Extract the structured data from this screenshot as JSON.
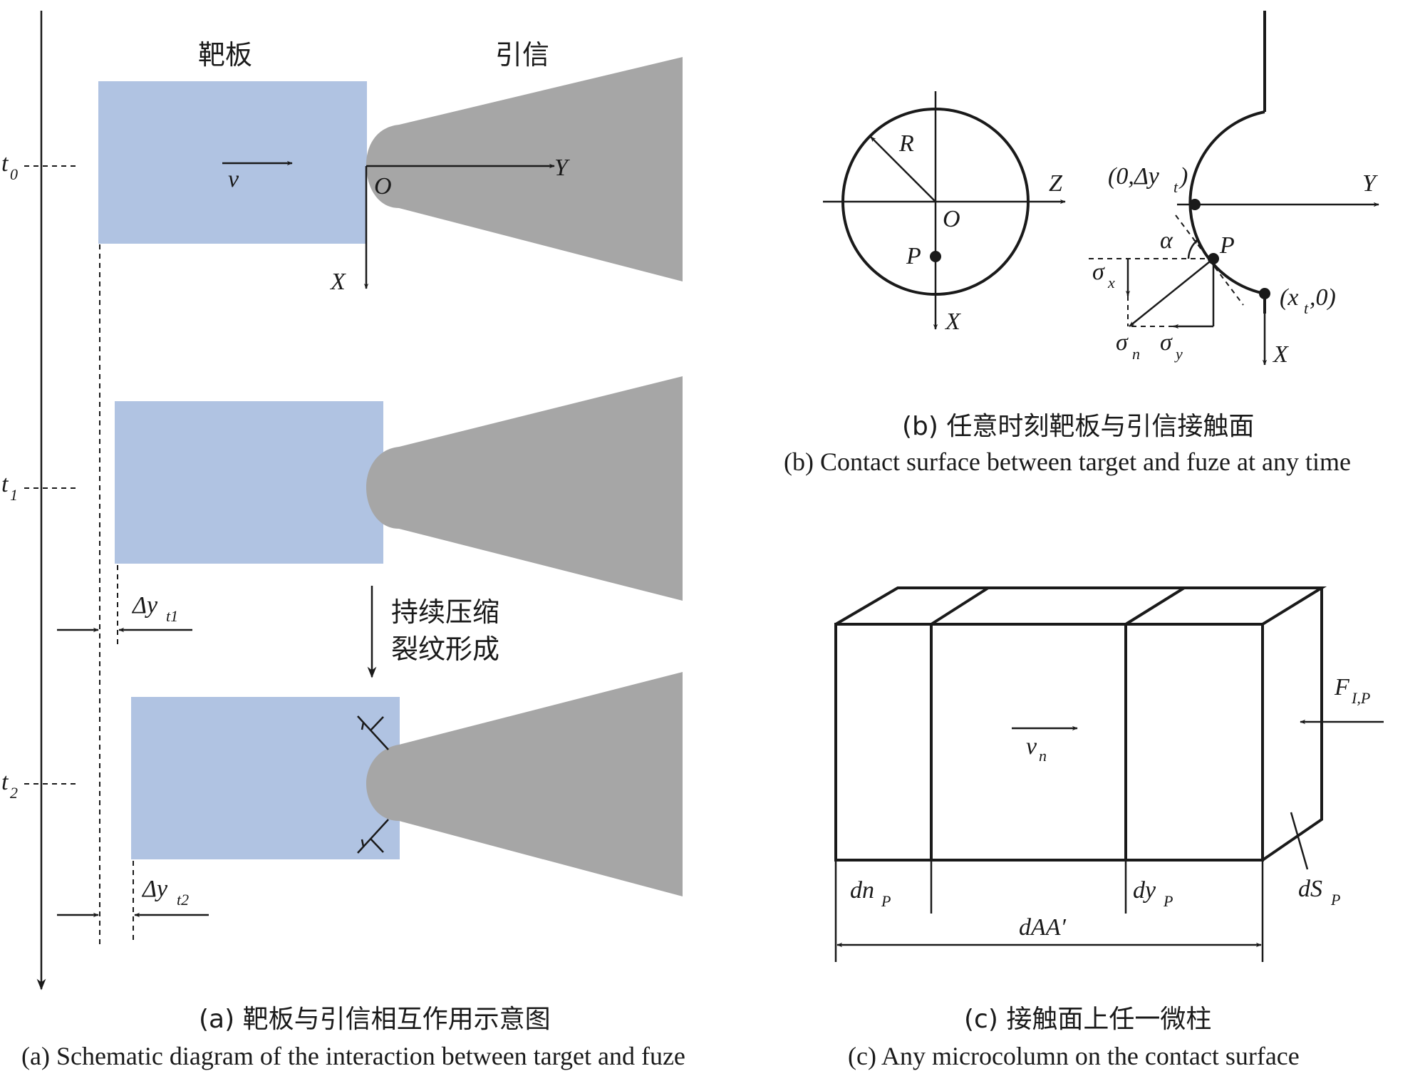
{
  "panel_a": {
    "label_target": "靶板",
    "label_fuze": "引信",
    "time_t0": "t",
    "time_t0_sub": "0",
    "time_t1": "t",
    "time_t1_sub": "1",
    "time_t2": "t",
    "time_t2_sub": "2",
    "velocity": "v",
    "origin": "O",
    "axis_y": "Y",
    "axis_x": "X",
    "process_line1": "持续压缩",
    "process_line2": "裂纹形成",
    "delta_y1": "Δy",
    "delta_y1_sub": "t1",
    "delta_y2": "Δy",
    "delta_y2_sub": "t2",
    "caption_cn": "(a) 靶板与引信相互作用示意图",
    "caption_en": "(a) Schematic diagram of the interaction between target and fuze"
  },
  "panel_b": {
    "radius": "R",
    "axis_z": "Z",
    "origin": "O",
    "point_p": "P",
    "axis_x_left": "X",
    "point_top": "(0,Δy",
    "point_top_sub": "t",
    "point_top_end": ")",
    "axis_y": "Y",
    "alpha": "α",
    "point_p_right": "P",
    "sigma_x": "σ",
    "sigma_x_sub": "x",
    "sigma_n": "σ",
    "sigma_n_sub": "n",
    "sigma_y": "σ",
    "sigma_y_sub": "y",
    "point_right": "(x",
    "point_right_sub": "t",
    "point_right_end": ",0)",
    "axis_x_right": "X",
    "caption_cn": "(b) 任意时刻靶板与引信接触面",
    "caption_en": "(b) Contact surface between target and fuze at any time"
  },
  "panel_c": {
    "force": "F",
    "force_sub": "I,P",
    "velocity": "v",
    "velocity_sub": "n",
    "dn": "dn",
    "dn_sub": "P",
    "dy": "dy",
    "dy_sub": "P",
    "ds": "dS",
    "ds_sub": "P",
    "daa": "dAA′",
    "caption_cn": "(c) 接触面上任一微柱",
    "caption_en": "(c) Any microcolumn on the contact surface"
  },
  "colors": {
    "target_fill": "#b0c3e2",
    "fuze_fill": "#a6a6a6",
    "ink": "#1a1a1a"
  }
}
